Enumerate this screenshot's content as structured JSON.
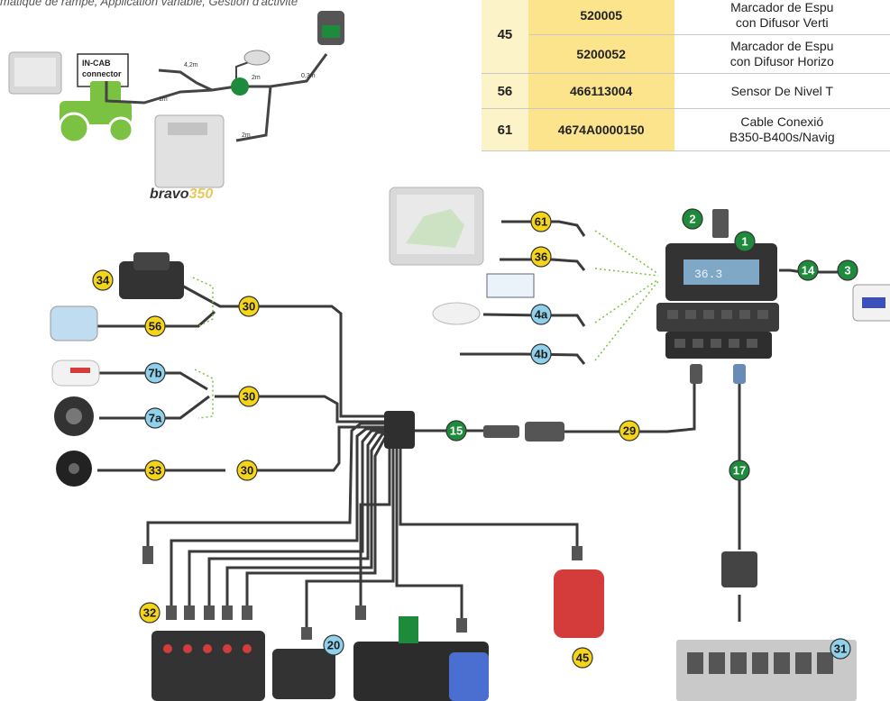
{
  "caption": "matique de rampe, Application variable, Gestion d'activité",
  "parts_table": {
    "rows": [
      {
        "pos": "45",
        "code": "520005",
        "desc": "Marcador de Espu\ncon Difusor Verti"
      },
      {
        "pos": "",
        "code": "5200052",
        "desc": "Marcador de Espu\ncon Difusor Horizo"
      },
      {
        "pos": "56",
        "code": "466113004",
        "desc": "Sensor De Nivel T"
      },
      {
        "pos": "61",
        "code": "4674A0000150",
        "desc": "Cable Conexió\nB350-B400s/Navig"
      }
    ]
  },
  "inset": {
    "connector_label": "IN-CAB\nconnector",
    "lengths": [
      "4,2m",
      "1m",
      "2m",
      "0,3m",
      "2m"
    ],
    "logo_a": "bravo",
    "logo_b": "350"
  },
  "console_display": "36.3 ",
  "colors": {
    "green": "#1e8a3c",
    "yellow": "#f4d51a",
    "blue": "#8fd0ea",
    "cable": "#3a3a3a",
    "red": "#d43b3b"
  },
  "badges": [
    {
      "id": "1",
      "color": "green"
    },
    {
      "id": "2",
      "color": "green"
    },
    {
      "id": "3",
      "color": "green"
    },
    {
      "id": "14",
      "color": "green"
    },
    {
      "id": "15",
      "color": "green"
    },
    {
      "id": "17",
      "color": "green"
    },
    {
      "id": "61",
      "color": "yellow"
    },
    {
      "id": "36",
      "color": "yellow"
    },
    {
      "id": "34",
      "color": "yellow"
    },
    {
      "id": "30",
      "color": "yellow"
    },
    {
      "id": "56",
      "color": "yellow"
    },
    {
      "id": "29",
      "color": "yellow"
    },
    {
      "id": "33",
      "color": "yellow"
    },
    {
      "id": "32",
      "color": "yellow"
    },
    {
      "id": "45",
      "color": "yellow"
    },
    {
      "id": "4a",
      "color": "blue"
    },
    {
      "id": "4b",
      "color": "blue"
    },
    {
      "id": "7b",
      "color": "blue"
    },
    {
      "id": "7a",
      "color": "blue"
    },
    {
      "id": "20",
      "color": "blue"
    },
    {
      "id": "31",
      "color": "blue"
    }
  ]
}
